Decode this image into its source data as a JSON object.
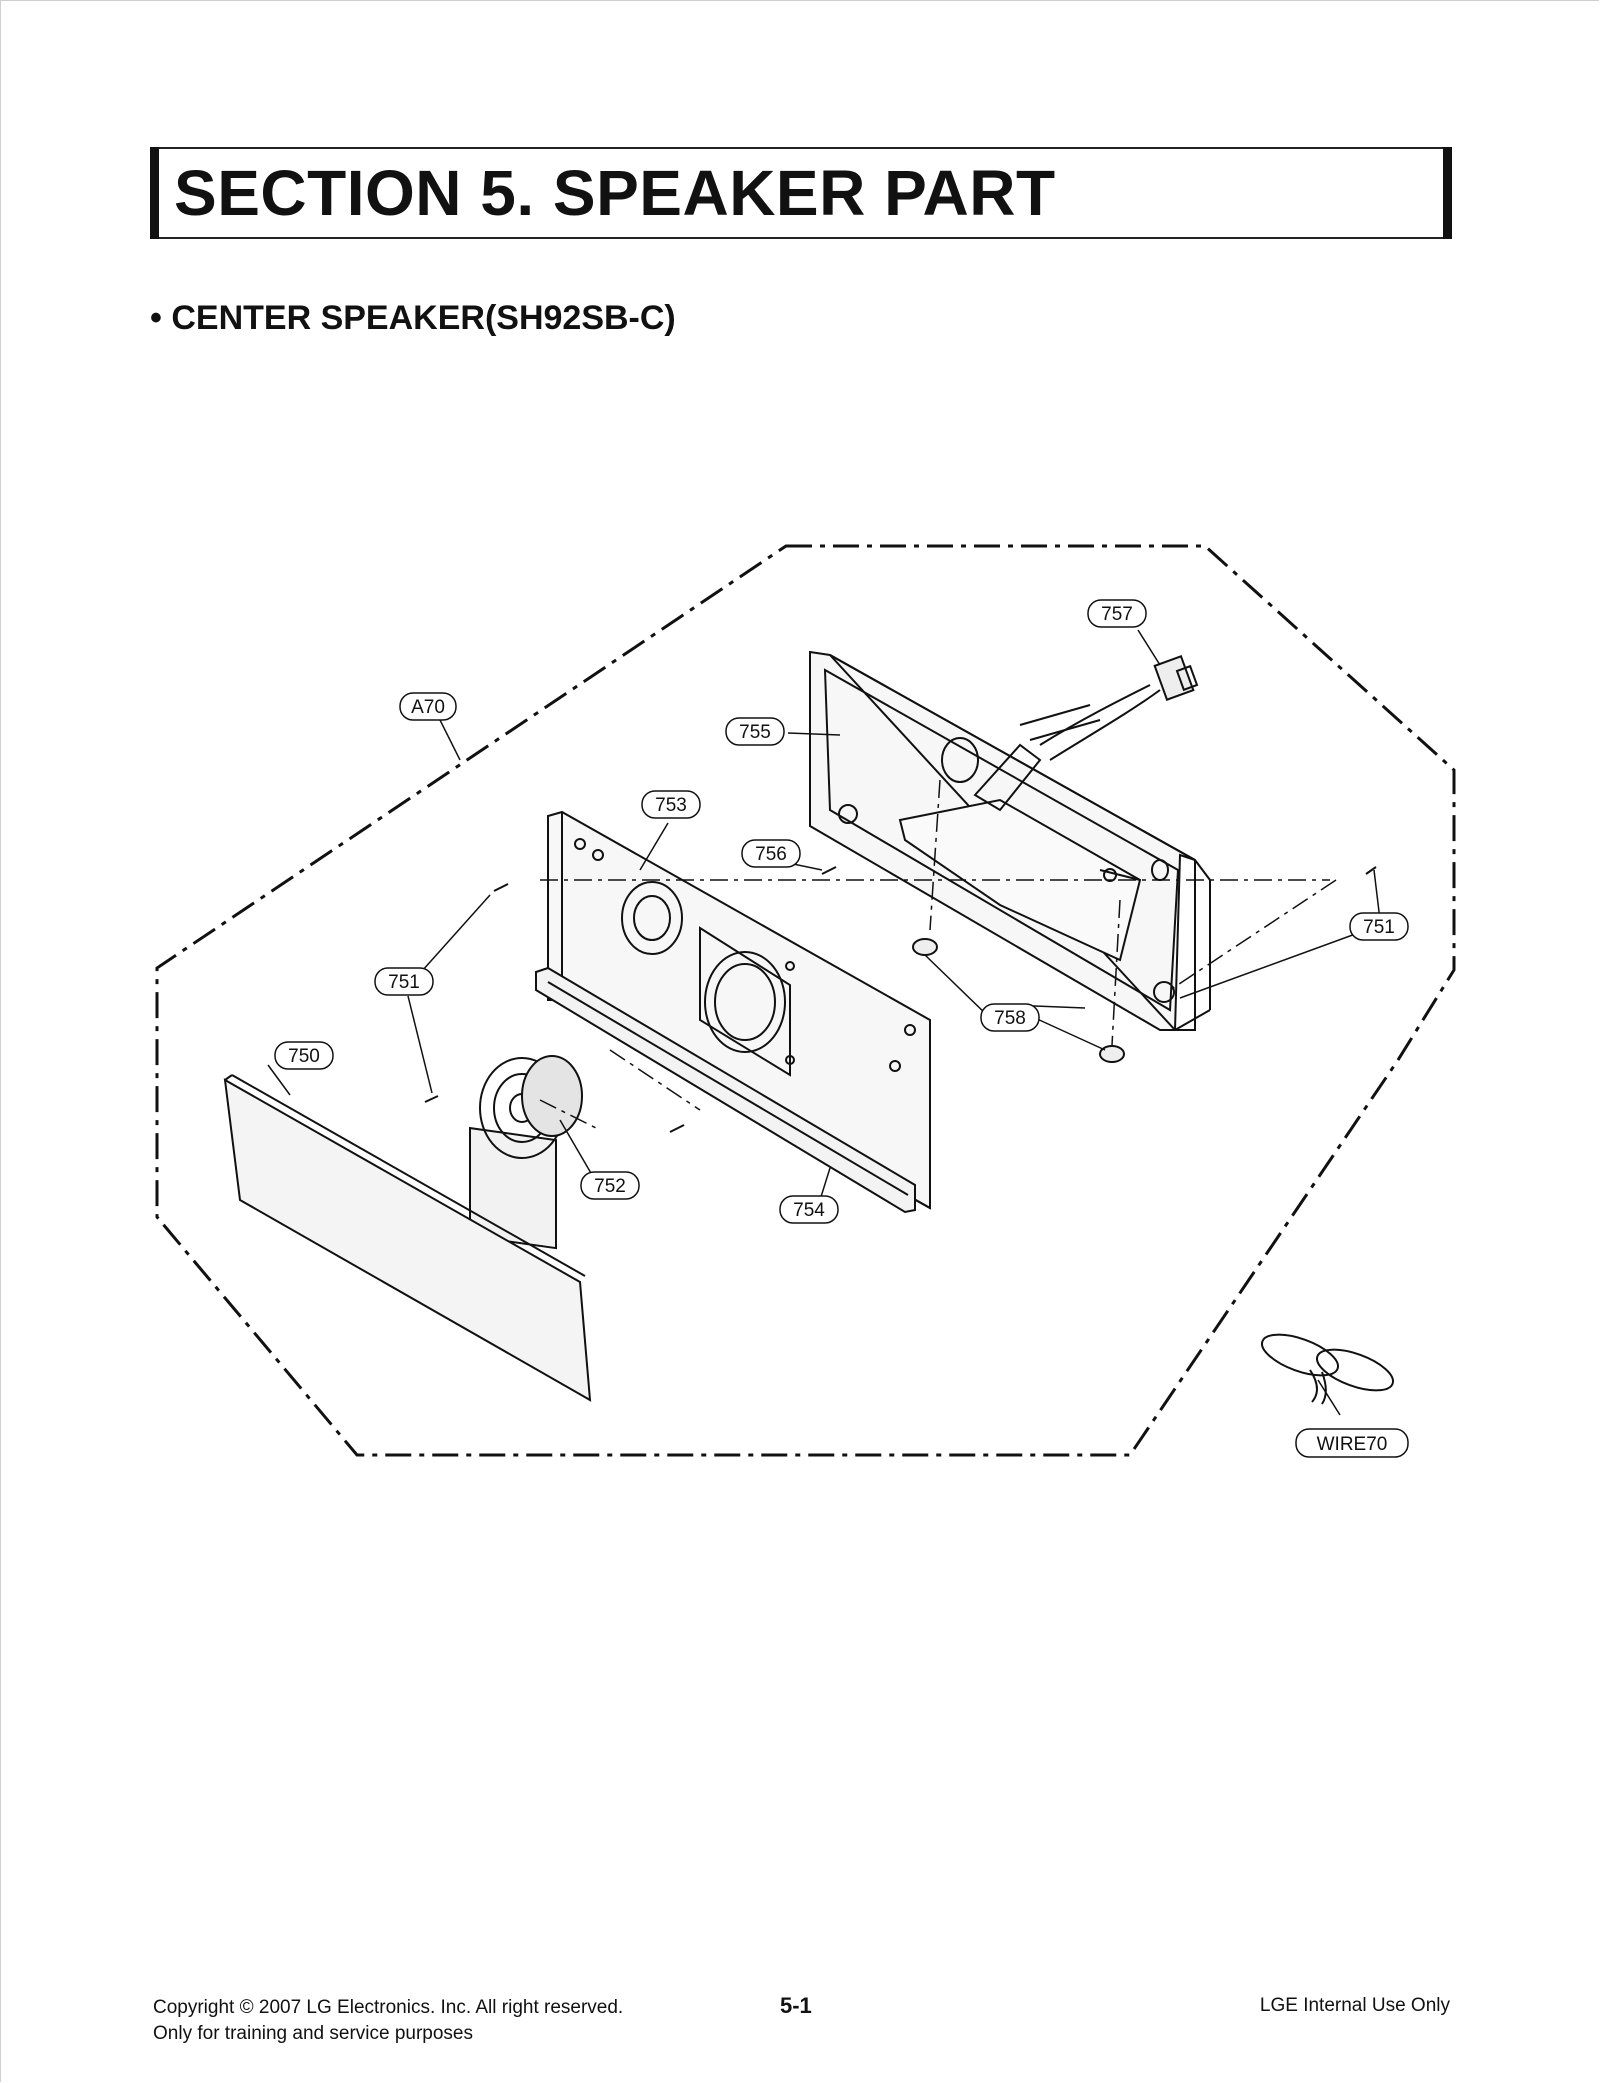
{
  "header": {
    "section_title": "SECTION 5. SPEAKER PART"
  },
  "subtitle": "• CENTER SPEAKER(SH92SB-C)",
  "diagram": {
    "callouts": {
      "a70": "A70",
      "p750": "750",
      "p751_left": "751",
      "p751_right": "751",
      "p752": "752",
      "p753": "753",
      "p754": "754",
      "p755": "755",
      "p756": "756",
      "p757": "757",
      "p758": "758",
      "wire70": "WIRE70"
    }
  },
  "footer": {
    "copyright": "Copyright © 2007 LG Electronics. Inc. All right reserved.",
    "purpose": "Only for training and service purposes",
    "page_number": "5-1",
    "internal": "LGE Internal Use Only"
  }
}
